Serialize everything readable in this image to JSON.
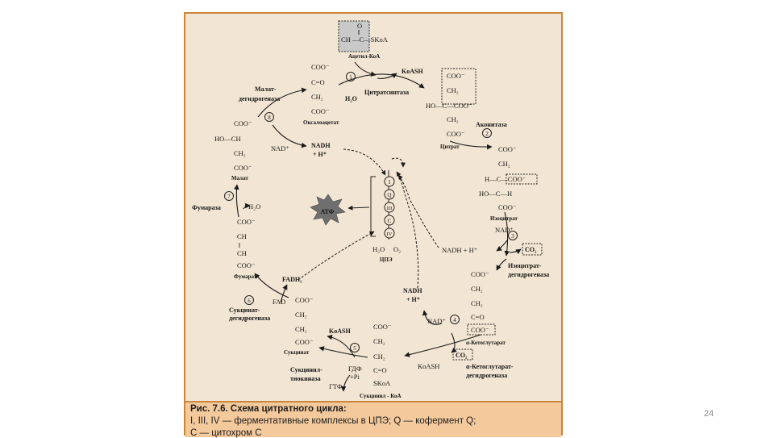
{
  "slide": {
    "page_number": "24"
  },
  "caption": {
    "title": "Рис. 7.6. Схема цитратного цикла:",
    "line1": "I, III, IV — ферментативные комплексы в ЦПЭ; Q — кофермент Q;",
    "line2": "C — цитохром C"
  },
  "colors": {
    "panel": "#f3e5d3",
    "caption": "#f4c99c",
    "border": "#c8873d",
    "atp_burst": "#6f6f6f",
    "acetyl_box": "#c9c9c9"
  },
  "steps": [
    "1",
    "2",
    "3",
    "4",
    "5",
    "6",
    "7",
    "8"
  ],
  "metabolites": {
    "acetyl_o": "O",
    "acetyl_formula_a": "CH",
    "acetyl_formula_b": "—C—SKoA",
    "acetyl": "Ацетил-КоА",
    "oxaloacetate": [
      "COO⁻",
      "C=O",
      "CH₂",
      "COO⁻"
    ],
    "oxaloacetate_name": "Оксалоацетат",
    "citrate": [
      "COO⁻",
      "CH₂",
      "HO—C—COO⁻",
      "CH₂",
      "COO⁻"
    ],
    "citrate_name": "Цитрат",
    "isocitrate": [
      "COO⁻",
      "CH₂",
      "H—C—COO⁻",
      "HO—C—H",
      "COO⁻"
    ],
    "isocitrate_name": "Изоцитрат",
    "ketoglutarate": [
      "COO⁻",
      "CH₂",
      "CH₂",
      "C=O",
      "COO⁻"
    ],
    "ketoglutarate_name": "α-Кетоглутарат",
    "succinyl": [
      "COO⁻",
      "CH₂",
      "CH₂",
      "C=O",
      "SKoA"
    ],
    "succinyl_name": "Сукцинил - КоА",
    "succinate": [
      "COO⁻",
      "CH₂",
      "CH₂",
      "COO⁻"
    ],
    "succinate_name": "Сукцинат",
    "fumarate": [
      "COO⁻",
      "CH",
      "‖",
      "CH",
      "COO⁻"
    ],
    "fumarate_name": "Фумарат",
    "malate": [
      "COO⁻",
      "HO—CH",
      "CH₂",
      "COO⁻"
    ],
    "malate_name": "Малат"
  },
  "enzymes": {
    "citrate_synthase": "Цитратсинтаза",
    "aconitase": "Аконитаза",
    "isocitrate_dh": [
      "Изоцитрат-",
      "дегидрогеназа"
    ],
    "ketoglutarate_dh": [
      "α-Кетоглутарат-",
      "дегидрогеназа"
    ],
    "succinyl_thiokinase": [
      "Сукцинил-",
      "тиокиназа"
    ],
    "succinate_dh": [
      "Сукцинат-",
      "дегидрогеназа"
    ],
    "fumarase": "Фумараза",
    "malate_dh": [
      "Малат-",
      "дегидрогеназа"
    ]
  },
  "cofactors": {
    "koash_top": "KoASH",
    "h2o_top": "H₂O",
    "nad_8": "NAD⁺",
    "nadh_8": [
      "NADH",
      "+ H⁺"
    ],
    "nad_3": "NAD⁺",
    "nadh_3": "NADH + H⁺",
    "co2_3": "CO₂",
    "nadh_4": [
      "NADH",
      "+ H⁺"
    ],
    "nad_4": "NAD⁺",
    "co2_4": "CO₂",
    "koash_4": "KoASH",
    "koash_5": "KoASH",
    "gdp_pi": [
      "ГДФ",
      "+Pi"
    ],
    "gtp": "ГТФ",
    "fad": "FAD",
    "fadh2": "FADH₂",
    "h2o_7": "H₂O"
  },
  "etc": {
    "complexes": [
      "I",
      "Q",
      "III",
      "C",
      "IV"
    ],
    "h2o": "H₂O",
    "o2": "O₂",
    "label": "ЦПЭ",
    "atp": "АТФ"
  }
}
